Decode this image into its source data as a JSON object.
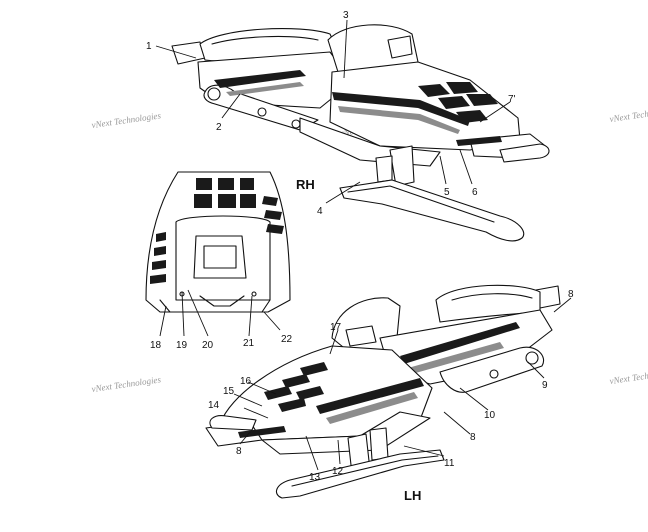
{
  "view_labels": {
    "right_hand": "RH",
    "left_hand": "LH"
  },
  "watermark": "vNext Technologies",
  "callouts": {
    "c1": "1",
    "c2": "2",
    "c3": "3",
    "c4": "4",
    "c5": "5",
    "c6": "6",
    "c7": "7'",
    "c8a": "8",
    "c8b": "8",
    "c8c": "8",
    "c9": "9",
    "c10": "10",
    "c11": "11",
    "c12": "12",
    "c13": "13",
    "c14": "14",
    "c15": "15",
    "c16": "16",
    "c17": "17",
    "c18": "18",
    "c19": "19",
    "c20": "20",
    "c21": "21",
    "c22": "22"
  }
}
